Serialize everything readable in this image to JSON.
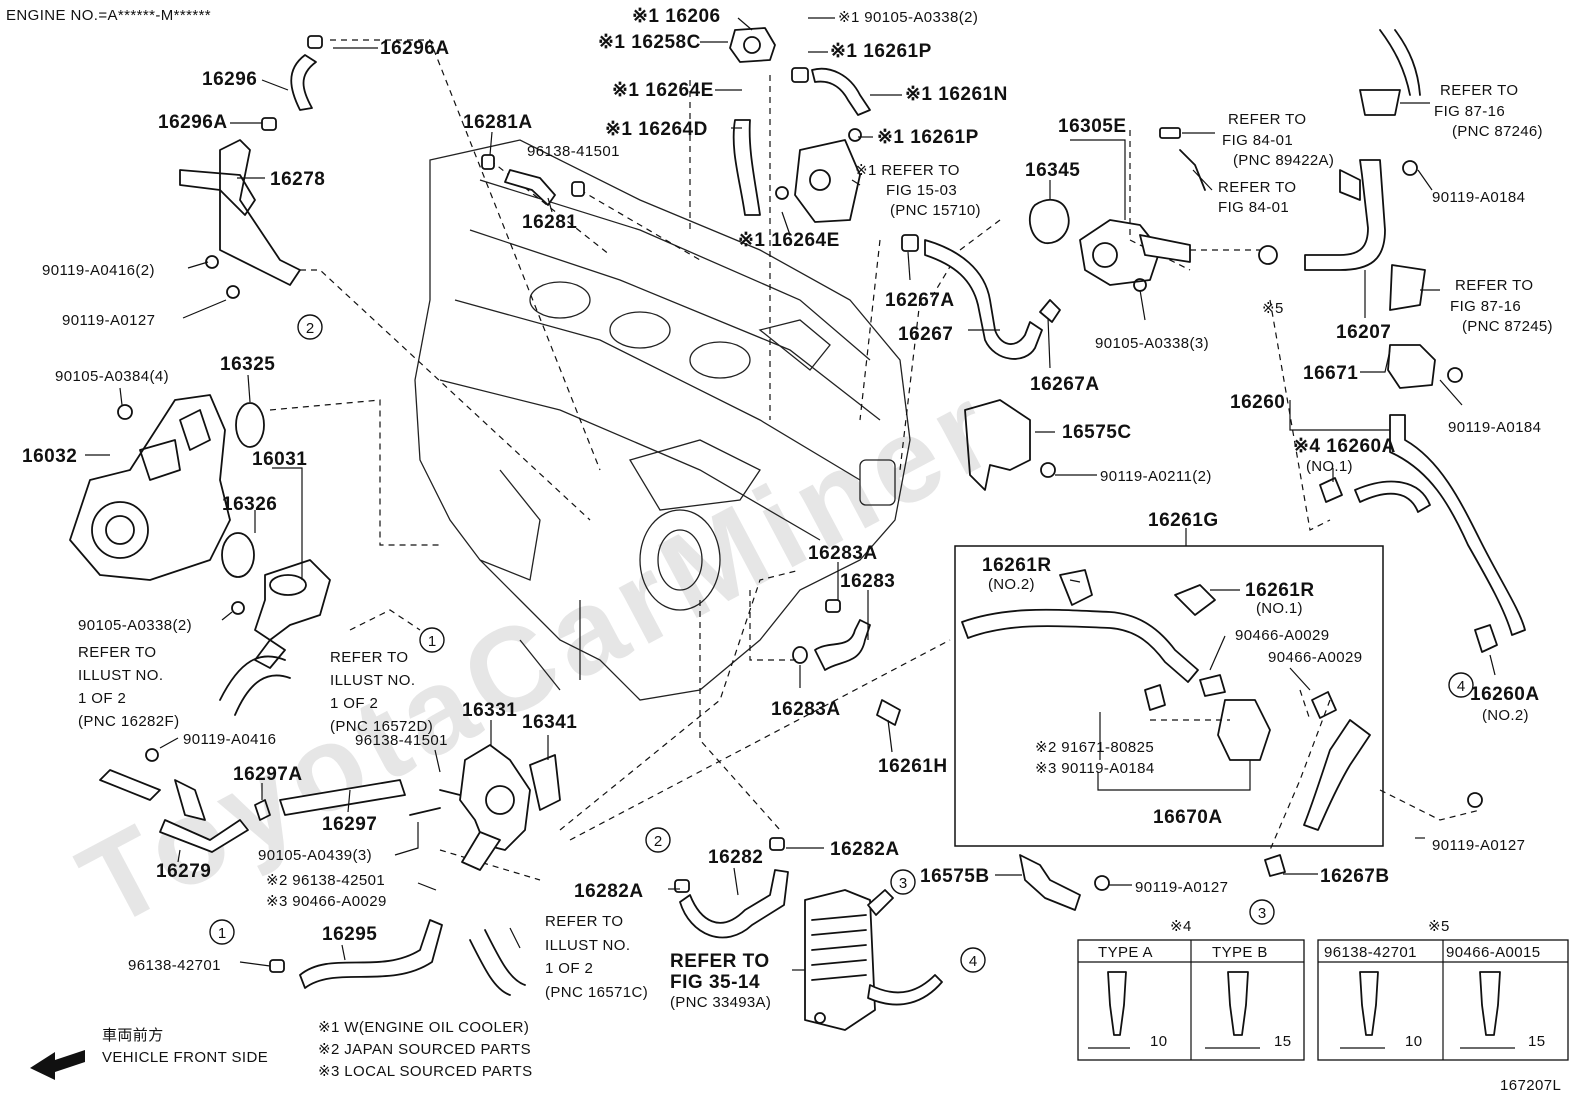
{
  "header": {
    "engine_no": "ENGINE NO.=A******-M******"
  },
  "watermark": "ToyotaCarMiner",
  "figure_id": "167207L",
  "legend": {
    "jp": "車両前方",
    "en": "VEHICLE FRONT SIDE",
    "notes": [
      "※1 W(ENGINE OIL COOLER)",
      "※2 JAPAN SOURCED PARTS",
      "※3 LOCAL SOURCED PARTS"
    ]
  },
  "labels": {
    "p16206": "※1 16206",
    "p90105_0338_2_top": "※1 90105-A0338(2)",
    "p16258c": "※1 16258C",
    "p16261p_a": "※1 16261P",
    "p16264e_a": "※1 16264E",
    "p16261n": "※1 16261N",
    "p16264d": "※1 16264D",
    "p16261p_b": "※1 16261P",
    "refer_1503_a": "※1 REFER TO",
    "refer_1503_b": "FIG 15-03",
    "refer_1503_c": "(PNC 15710)",
    "p16264e_b": "※1 16264E",
    "p16296a_a": "16296A",
    "p16296": "16296",
    "p16296a_b": "16296A",
    "p16278": "16278",
    "p90119_0416_2": "90119-A0416(2)",
    "p90119_0127_a": "90119-A0127",
    "p16281a": "16281A",
    "p96138_41501_a": "96138-41501",
    "p16281": "16281",
    "p16305e": "16305E",
    "p16345": "16345",
    "refer_8401a_a": "REFER TO",
    "refer_8401a_b": "FIG 84-01",
    "refer_8401a_c": "(PNC 89422A)",
    "refer_8401b_a": "REFER TO",
    "refer_8401b_b": "FIG 84-01",
    "refer_87246_a": "REFER TO",
    "refer_87246_b": "FIG 87-16",
    "refer_87246_c": "(PNC 87246)",
    "p90119_0184_a": "90119-A0184",
    "refer_87245_a": "REFER TO",
    "refer_87245_b": "FIG 87-16",
    "refer_87245_c": "(PNC 87245)",
    "p16207": "16207",
    "ref5": "※5",
    "p16267a_a": "16267A",
    "p16267": "16267",
    "p16267a_b": "16267A",
    "p90105_0338_3": "90105-A0338(3)",
    "p90105_0384_4": "90105-A0384(4)",
    "p16325": "16325",
    "p16032": "16032",
    "p16031": "16031",
    "p16326": "16326",
    "p90105_0338_2": "90105-A0338(2)",
    "refer_16282f_a": "REFER TO",
    "refer_16282f_b": "ILLUST NO.",
    "refer_16282f_c": "1 OF 2",
    "refer_16282f_d": "(PNC 16282F)",
    "refer_16572d_a": "REFER TO",
    "refer_16572d_b": "ILLUST NO.",
    "refer_16572d_c": "1 OF 2",
    "refer_16572d_d": "(PNC 16572D)",
    "p16671": "16671",
    "p16260": "16260",
    "p90119_0184_b": "90119-A0184",
    "p16575c": "16575C",
    "p90119_0211_2": "90119-A0211(2)",
    "p16260a_a": "※4 16260A",
    "no1_a": "(NO.1)",
    "p16261g": "16261G",
    "p16283a_a": "16283A",
    "p16283": "16283",
    "p16283a_b": "16283A",
    "p16261r_a": "16261R",
    "no2_a": "(NO.2)",
    "p16261r_b": "16261R",
    "no1_b": "(NO.1)",
    "p90466_0029_a": "90466-A0029",
    "p90466_0029_b": "90466-A0029",
    "p16331": "16331",
    "p16341": "16341",
    "p96138_41501_b": "96138-41501",
    "p90119_0416": "90119-A0416",
    "p16297a": "16297A",
    "p16297": "16297",
    "p16279": "16279",
    "p90105_0439_3": "90105-A0439(3)",
    "p96138_42501": "※2 96138-42501",
    "p90466_0029_c": "※3 90466-A0029",
    "p16261h": "16261H",
    "p91671_80825": "※2 91671-80825",
    "p90119_0184_c": "※3 90119-A0184",
    "p16670a": "16670A",
    "p16260a_b": "16260A",
    "no2_b": "(NO.2)",
    "p90119_0127_b": "90119-A0127",
    "p16282a_a": "16282A",
    "p16282": "16282",
    "p16282a_b": "16282A",
    "p16295": "16295",
    "p96138_42701": "96138-42701",
    "refer_16571c_a": "REFER TO",
    "refer_16571c_b": "ILLUST NO.",
    "refer_16571c_c": "1 OF 2",
    "refer_16571c_d": "(PNC 16571C)",
    "refer_3514_a": "REFER TO",
    "refer_3514_b": "FIG 35-14",
    "refer_3514_c": "(PNC 33493A)",
    "p16575b": "16575B",
    "p90119_0127_c": "90119-A0127",
    "p16267b": "16267B"
  },
  "callouts": [
    "1",
    "2",
    "3",
    "4"
  ],
  "table4": {
    "title": "※4",
    "headers": [
      "TYPE A",
      "TYPE B"
    ],
    "dims": [
      "10",
      "15"
    ]
  },
  "table5": {
    "title": "※5",
    "headers": [
      "96138-42701",
      "90466-A0015"
    ],
    "dims": [
      "10",
      "15"
    ]
  }
}
